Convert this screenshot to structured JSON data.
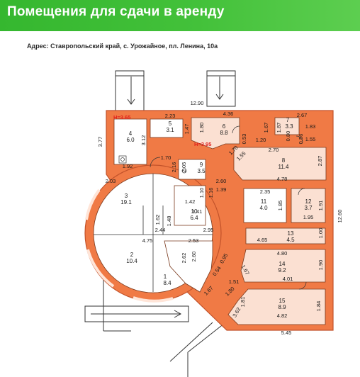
{
  "header": {
    "title": "Помещения для сдачи в аренду"
  },
  "address": "Адрес: Ставропольский край,  с. Урожайное, пл. Ленина, 10а",
  "colors": {
    "banner": "#3dbd35",
    "wall": "#f07a45",
    "rented_room": "#fbe0d2",
    "wall_outline": "#c2522a"
  },
  "plan": {
    "heights": [
      "H=3.65",
      "H=3.95"
    ],
    "rooms": [
      {
        "num": "1",
        "area": "8.4"
      },
      {
        "num": "2",
        "area": "10.4"
      },
      {
        "num": "3",
        "area": "19.1"
      },
      {
        "num": "4",
        "area": "6.0"
      },
      {
        "num": "5",
        "area": "3.1"
      },
      {
        "num": "6",
        "area": "8.8"
      },
      {
        "num": "7",
        "area": "3.3"
      },
      {
        "num": "8",
        "area": "11.4"
      },
      {
        "num": "9",
        "area": "3.5"
      },
      {
        "num": "10",
        "area": "6.4"
      },
      {
        "num": "11",
        "area": "4.0"
      },
      {
        "num": "12",
        "area": "3.7"
      },
      {
        "num": "13",
        "area": "4.5"
      },
      {
        "num": "14",
        "area": "9.2"
      },
      {
        "num": "15",
        "area": "8.9"
      }
    ],
    "dimensions": [
      "12.90",
      "4.36",
      "2.23",
      "2.67",
      "1.47",
      "1.80",
      "1.67",
      "1.87",
      "1.83",
      "0.80",
      "0.53",
      "0.56",
      "1.55",
      "1.20",
      "1.70",
      "1.55",
      "2.70",
      "2.87",
      "3.77",
      "3.12",
      "1.92",
      "1.70",
      "2.16",
      "2.05",
      "2.60",
      "1.16",
      "1.10",
      "1.39",
      "2.03",
      "1.42",
      "1.41",
      "1.62",
      "1.48",
      "4.78",
      "2.35",
      "1.85",
      "1.91",
      "1.95",
      "12.60",
      "1.00",
      "4.65",
      "4.80",
      "1.90",
      "2.44",
      "2.95",
      "4.75",
      "2.53",
      "2.62",
      "2.60",
      "0.95",
      "1.67",
      "4.01",
      "0.54",
      "1.51",
      "1.80",
      "1.84",
      "1.81",
      "1.67",
      "3.62",
      "4.82",
      "5.45"
    ]
  }
}
